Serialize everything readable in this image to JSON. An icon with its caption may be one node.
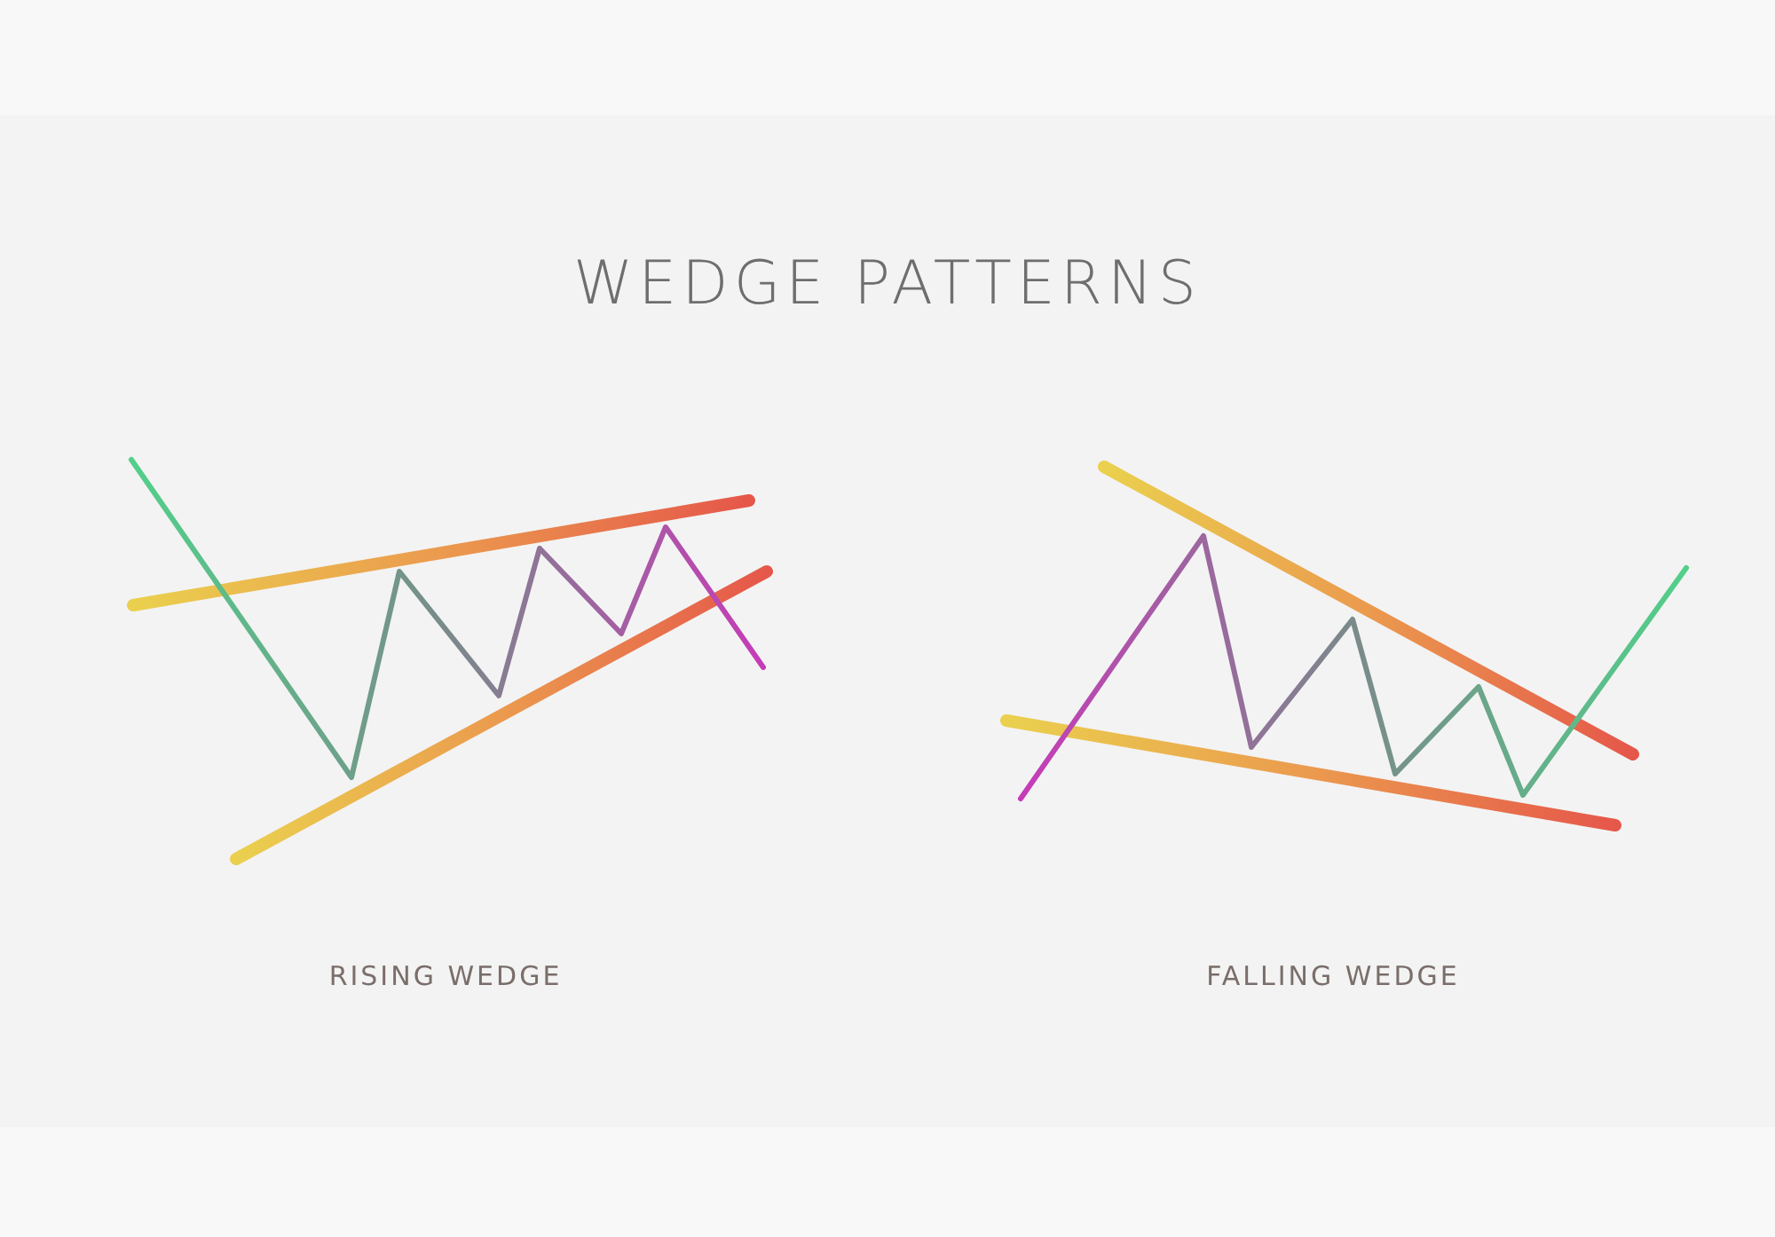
{
  "diagram": {
    "title": "WEDGE PATTERNS",
    "labels": [
      "RISING WEDGE",
      "FALLING WEDGE"
    ]
  }
}
